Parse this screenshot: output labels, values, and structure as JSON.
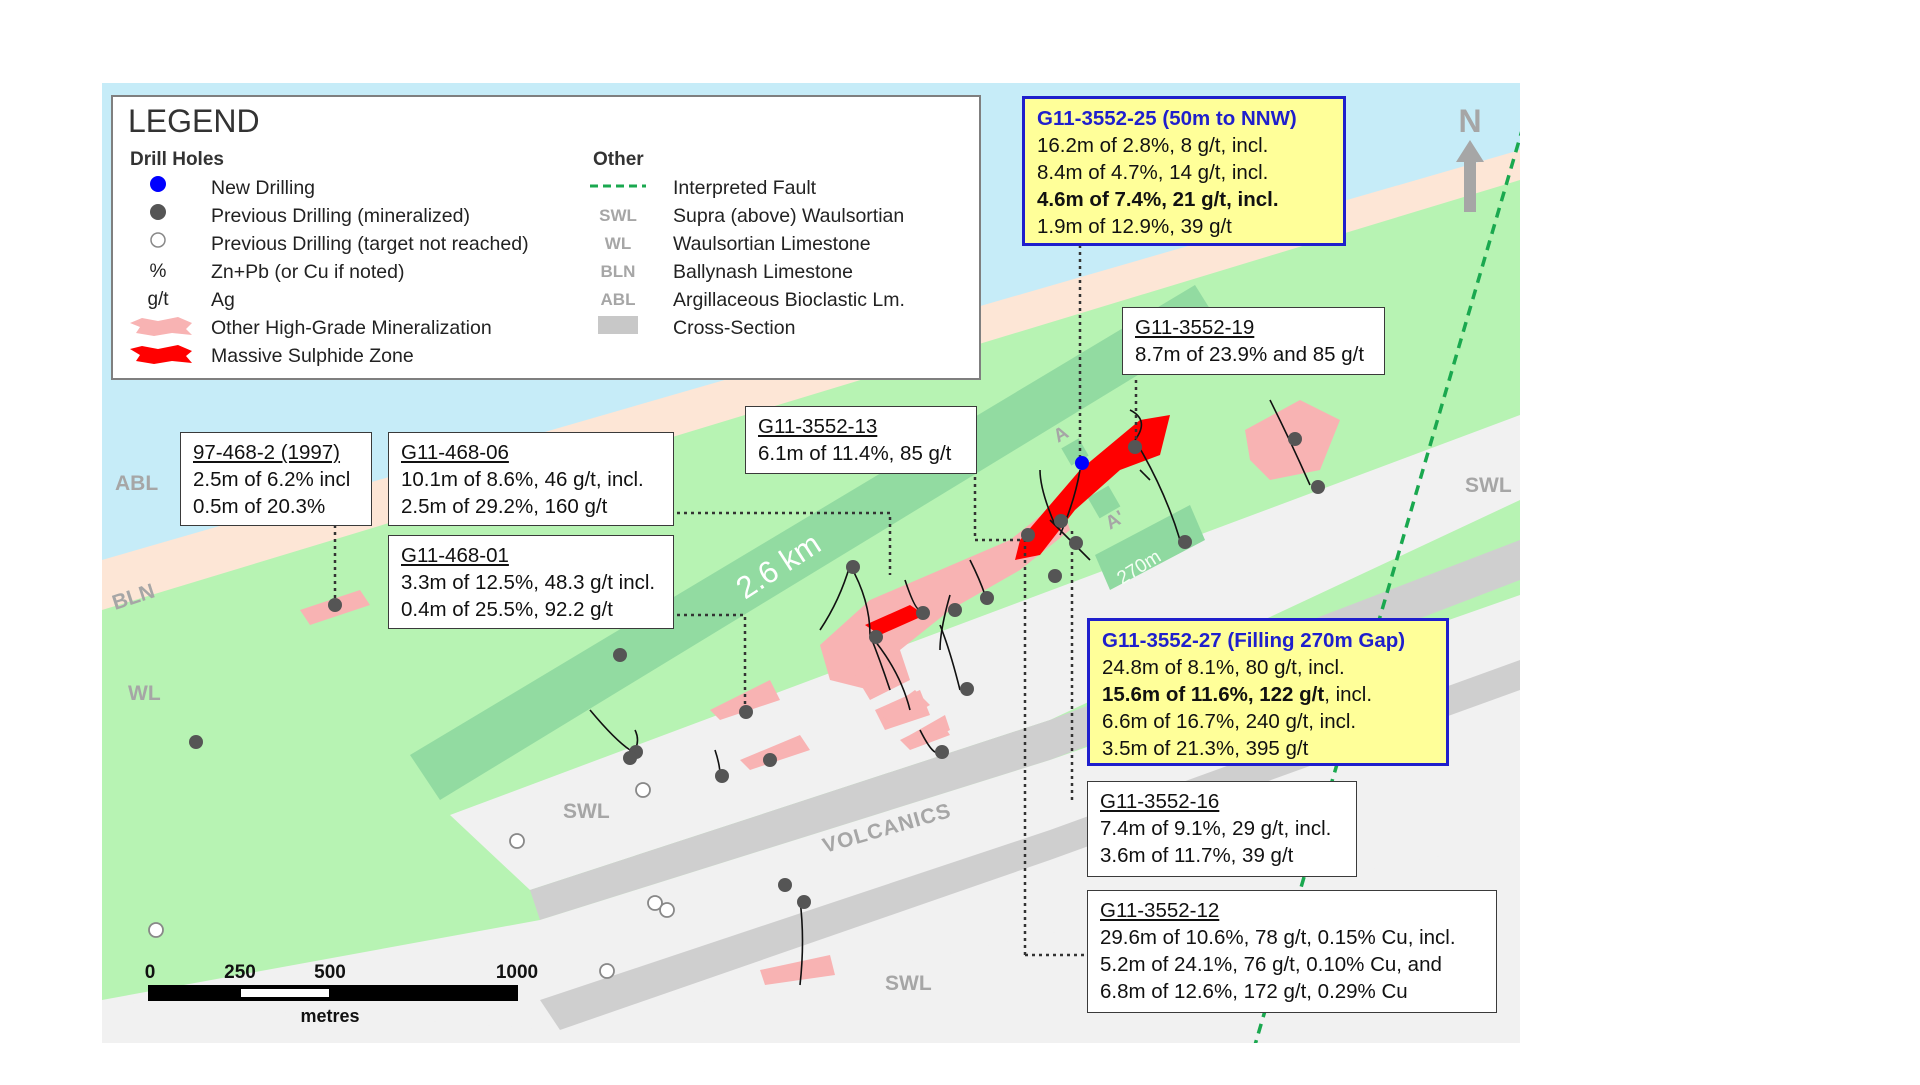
{
  "legend": {
    "title": "LEGEND",
    "drill_holes_heading": "Drill Holes",
    "other_heading": "Other",
    "drill_items": [
      {
        "symbol": "blue-dot",
        "label": "New Drilling"
      },
      {
        "symbol": "grey-dot",
        "label": "Previous Drilling (mineralized)"
      },
      {
        "symbol": "open-dot",
        "label": "Previous Drilling (target not reached)"
      },
      {
        "symbol_text": "%",
        "label": "Zn+Pb (or Cu if noted)"
      },
      {
        "symbol_text": "g/t",
        "label": "Ag"
      },
      {
        "symbol": "pink-zone",
        "label": "Other High-Grade Mineralization"
      },
      {
        "symbol": "red-zone",
        "label": "Massive Sulphide Zone"
      }
    ],
    "other_items": [
      {
        "symbol": "fault-line",
        "label": "Interpreted Fault"
      },
      {
        "symbol_text": "SWL",
        "label": "Supra (above) Waulsortian"
      },
      {
        "symbol_text": "WL",
        "label": "Waulsortian Limestone"
      },
      {
        "symbol_text": "BLN",
        "label": "Ballynash Limestone"
      },
      {
        "symbol_text": "ABL",
        "label": "Argillaceous Bioclastic Lm."
      },
      {
        "symbol": "grey-box",
        "label": "Cross-Section"
      }
    ]
  },
  "north_arrow": {
    "label": "N"
  },
  "map_labels": {
    "abl": "ABL",
    "bln": "BLN",
    "wl": "WL",
    "swl_right": "SWL",
    "swl_mid": "SWL",
    "swl_bottom": "SWL",
    "volcanics": "VOLCANICS",
    "distance": "2.6 km",
    "gap": "270m",
    "section_a": "A",
    "section_a_prime": "A'"
  },
  "callouts": [
    {
      "id": "g11-3552-25",
      "title": "G11-3552-25 (50m to NNW)",
      "highlight": true,
      "lines": [
        {
          "t": "16.2m of 2.8%, 8 g/t, incl."
        },
        {
          "t": "8.4m of 4.7%, 14 g/t, incl."
        },
        {
          "t": "4.6m of 7.4%, 21 g/t, incl.",
          "bold": true
        },
        {
          "t": "1.9m of 12.9%, 39 g/t"
        }
      ]
    },
    {
      "id": "g11-3552-19",
      "title": "G11-3552-19",
      "highlight": false,
      "lines": [
        {
          "t": "8.7m of 23.9% and 85 g/t"
        }
      ]
    },
    {
      "id": "g11-3552-13",
      "title": "G11-3552-13",
      "highlight": false,
      "lines": [
        {
          "t": "6.1m of 11.4%, 85 g/t"
        }
      ]
    },
    {
      "id": "97-468-2",
      "title": "97-468-2 (1997)",
      "highlight": false,
      "lines": [
        {
          "t": "2.5m of 6.2% incl"
        },
        {
          "t": "0.5m of 20.3%"
        }
      ]
    },
    {
      "id": "g11-468-06",
      "title": "G11-468-06",
      "highlight": false,
      "lines": [
        {
          "t": "10.1m of 8.6%, 46 g/t, incl."
        },
        {
          "t": "2.5m of 29.2%, 160 g/t"
        }
      ]
    },
    {
      "id": "g11-468-01",
      "title": "G11-468-01",
      "highlight": false,
      "lines": [
        {
          "t": "3.3m of 12.5%, 48.3 g/t incl."
        },
        {
          "t": "0.4m of 25.5%, 92.2 g/t"
        }
      ]
    },
    {
      "id": "g11-3552-27",
      "title": "G11-3552-27 (Filling 270m Gap)",
      "highlight": true,
      "lines": [
        {
          "t": "24.8m of 8.1%, 80 g/t, incl."
        },
        {
          "t": "15.6m of 11.6%, 122 g/t, incl.",
          "bold": true,
          "partial_bold": "15.6m of 11.6%, 122 g/t"
        },
        {
          "t": "6.6m of 16.7%, 240 g/t, incl."
        },
        {
          "t": "3.5m of 21.3%, 395 g/t"
        }
      ]
    },
    {
      "id": "g11-3552-16",
      "title": "G11-3552-16",
      "highlight": false,
      "lines": [
        {
          "t": "7.4m of 9.1%, 29 g/t, incl."
        },
        {
          "t": "3.6m of 11.7%, 39 g/t"
        }
      ]
    },
    {
      "id": "g11-3552-12",
      "title": "G11-3552-12",
      "highlight": false,
      "lines": [
        {
          "t": "29.6m of 10.6%, 78 g/t, 0.15% Cu, incl."
        },
        {
          "t": "5.2m of 24.1%, 76 g/t, 0.10% Cu, and"
        },
        {
          "t": "6.8m of 12.6%, 172 g/t, 0.29% Cu"
        }
      ]
    }
  ],
  "scale_bar": {
    "ticks": [
      "0",
      "250",
      "500",
      "1000"
    ],
    "unit": "metres"
  },
  "colors": {
    "abl_water": "#c6ecf8",
    "bln_band": "#fde6d6",
    "wl_green": "#b7f3b3",
    "swl_grey": "#f1f1f1",
    "volcanic_grey": "#cfcfcf",
    "cross_section": "#8fd9a0",
    "massive_sulphide": "#ff0000",
    "high_grade": "#f8b3b3",
    "fault": "#1aa84f",
    "new_drill": "#0000ff",
    "prev_drill": "#555555",
    "callout_border_highlight": "#1f1fcc"
  }
}
